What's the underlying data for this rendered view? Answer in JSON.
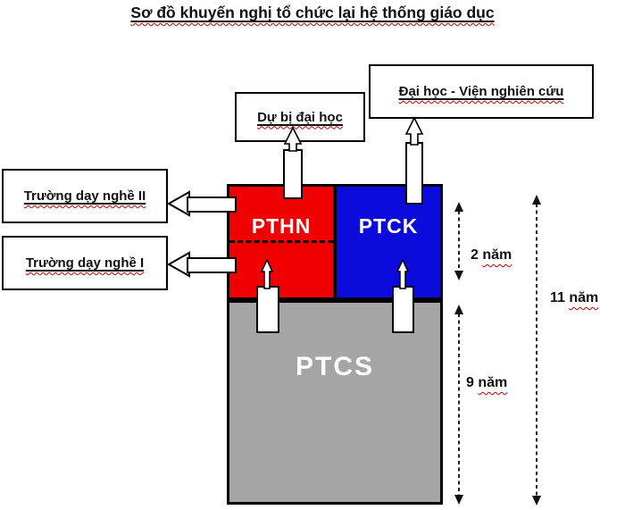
{
  "title": "Sơ đồ khuyến nghị tổ chức lại hệ thống giáo dục",
  "boxes": {
    "dai_hoc": "Đại học - Viện nghiên cứu",
    "du_bi": "Dự bị đại học",
    "nghe_2": "Trường dạy nghề II",
    "nghe_1": "Trường dạy nghề I"
  },
  "blocks": {
    "pthn": "PTHN",
    "ptck": "PTCK",
    "ptcs": "PTCS"
  },
  "durations": {
    "upper": {
      "value": "2",
      "unit": "năm"
    },
    "lower": {
      "value": "9",
      "unit": "năm"
    },
    "total": {
      "value": "11",
      "unit": "năm"
    }
  },
  "icons": {
    "up_arrow": "block-up-arrow",
    "left_arrow": "block-left-arrow",
    "measure_arrow": "dashed-double-headed-arrow"
  },
  "colors": {
    "red": "#f00000",
    "blue": "#0b0bdb",
    "gray": "#a5a5a5",
    "wavy": "#c80000",
    "ink": "#111111"
  }
}
